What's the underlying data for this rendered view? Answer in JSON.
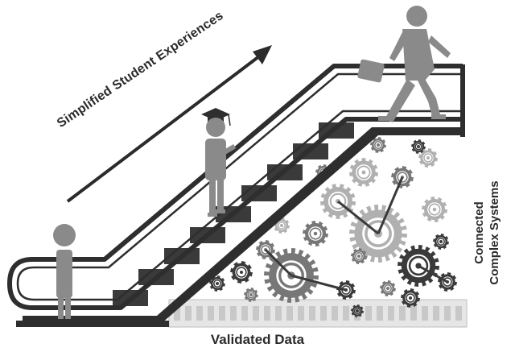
{
  "labels": {
    "top": "Simplified Student Experiences",
    "bottom": "Validated Data",
    "right_line1": "Connected",
    "right_line2": "Complex Systems"
  },
  "colors": {
    "rail": "#2e2e2e",
    "step": "#3a3a3a",
    "person": "#8a8a8a",
    "gear_dark": "#3a3a3a",
    "gear_mid": "#777777",
    "gear_light": "#b0b0b0",
    "conveyor": "#c8c8c8"
  },
  "icons": [
    "arrow-icon",
    "person-standing-icon",
    "graduate-icon",
    "businessman-icon",
    "gear-icon"
  ]
}
